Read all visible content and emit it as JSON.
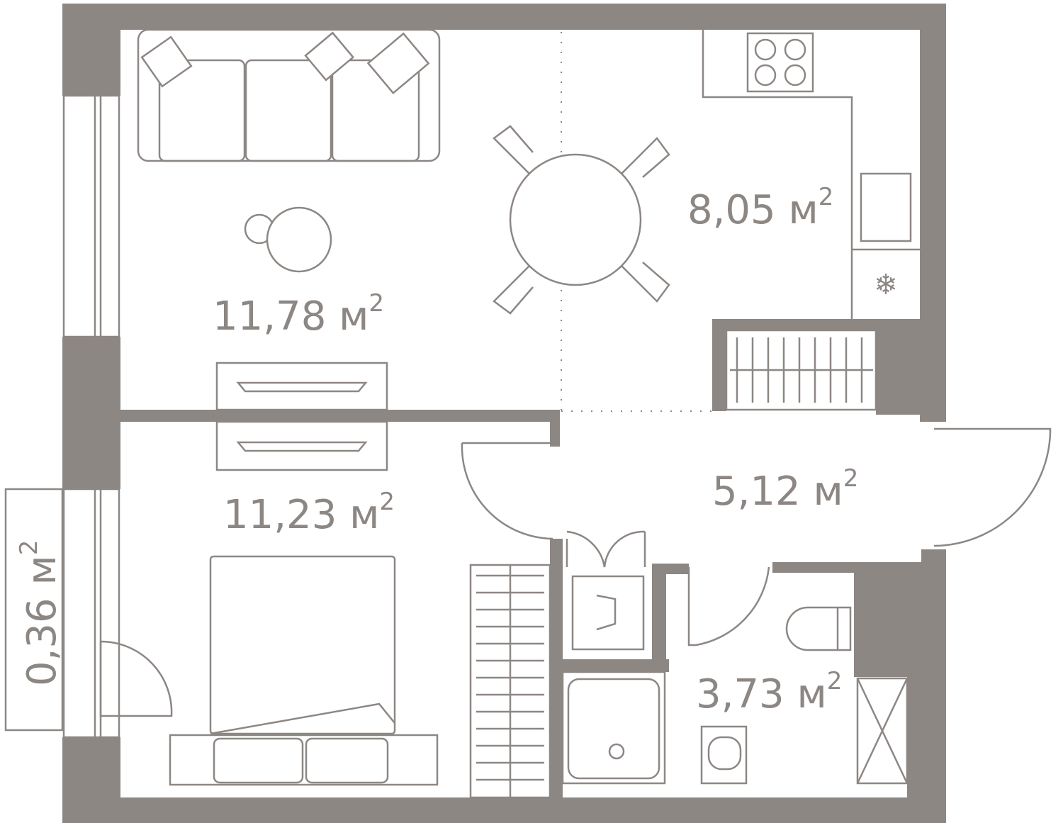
{
  "plan": {
    "wall_color": "#8d8784",
    "rooms": [
      {
        "name": "living-room",
        "area": "11,78",
        "unit": "м",
        "exp": "2"
      },
      {
        "name": "kitchen",
        "area": "8,05",
        "unit": "м",
        "exp": "2"
      },
      {
        "name": "hallway",
        "area": "5,12",
        "unit": "м",
        "exp": "2"
      },
      {
        "name": "bedroom",
        "area": "11,23",
        "unit": "м",
        "exp": "2"
      },
      {
        "name": "bathroom",
        "area": "3,73",
        "unit": "м",
        "exp": "2"
      },
      {
        "name": "balcony",
        "area": "0,36",
        "unit": "м",
        "exp": "2"
      }
    ]
  }
}
